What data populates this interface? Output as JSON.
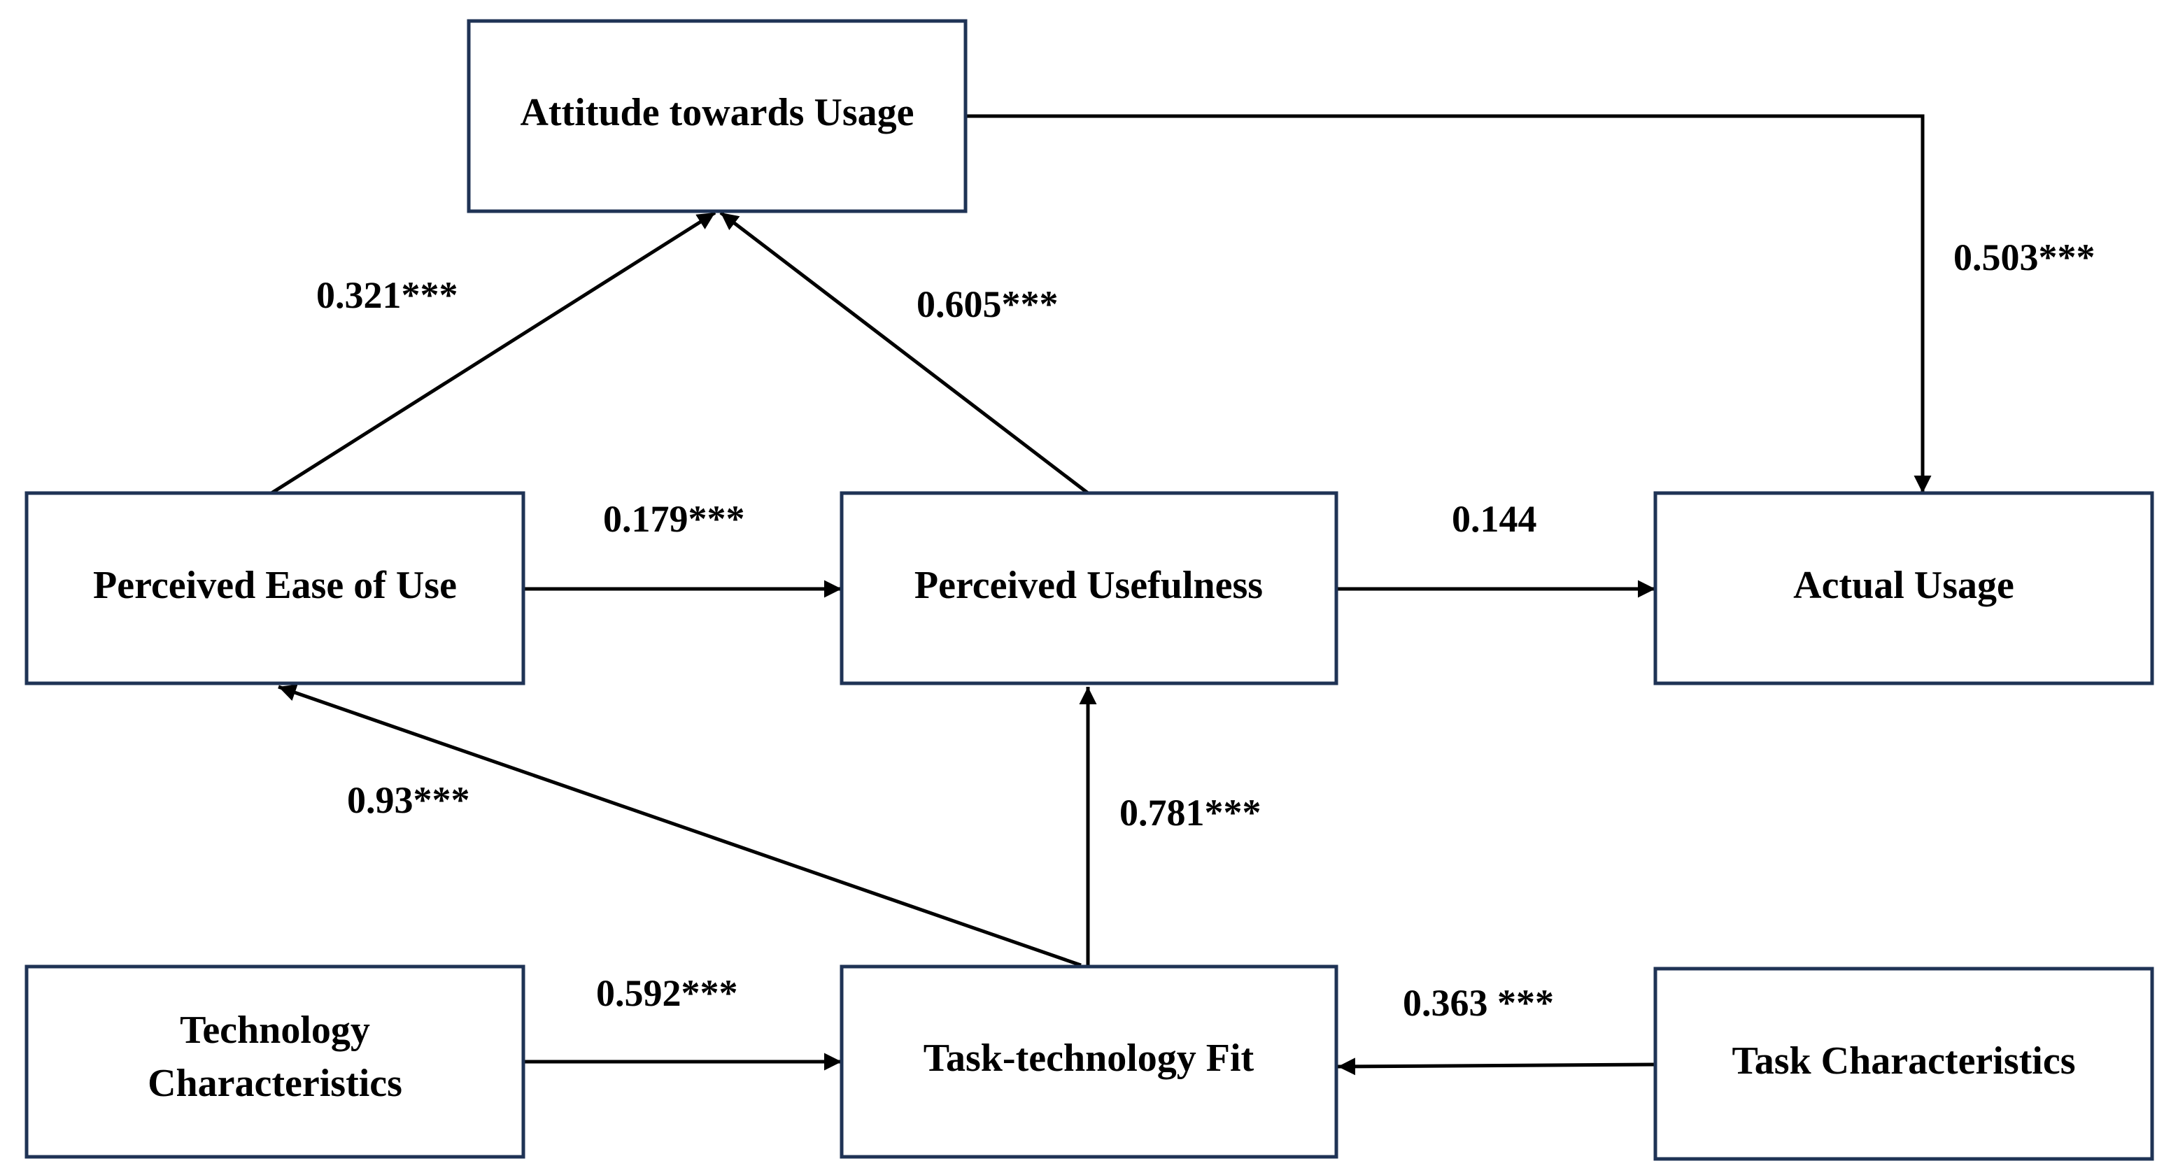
{
  "nodes": {
    "attitude": "Attitude towards Usage",
    "ease": "Perceived Ease of Use",
    "usefulness": "Perceived Usefulness",
    "actual": "Actual Usage",
    "tech_line1": "Technology",
    "tech_line2": "Characteristics",
    "ttf": "Task-technology Fit",
    "task": "Task Characteristics"
  },
  "edges": {
    "ease_to_attitude": "0.321***",
    "usefulness_to_attitude": "0.605***",
    "attitude_to_actual": "0.503***",
    "ease_to_usefulness": "0.179***",
    "usefulness_to_actual": "0.144",
    "ttf_to_ease": "0.93***",
    "ttf_to_usefulness": "0.781***",
    "tech_to_ttf": "0.592***",
    "task_to_ttf": "0.363 ***"
  },
  "colors": {
    "box_border": "#1f3355",
    "arrow": "#000000",
    "text": "#000000"
  }
}
